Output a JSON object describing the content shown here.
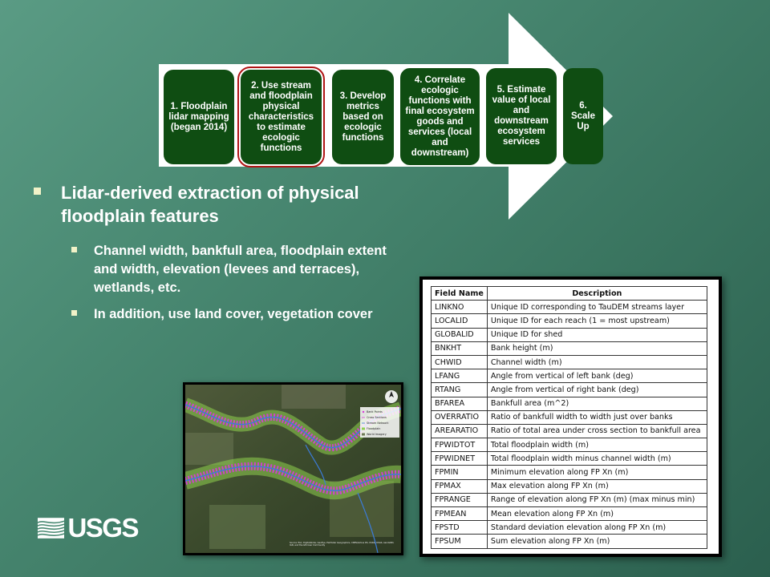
{
  "process": {
    "steps": [
      {
        "label": "1. Floodplain lidar mapping (began 2014)"
      },
      {
        "label": "2. Use stream and floodplain physical characteristics to estimate ecologic functions",
        "selected": true
      },
      {
        "label": "3. Develop metrics based on ecologic functions"
      },
      {
        "label": "4. Correlate ecologic functions with final ecosystem goods and services (local and downstream)"
      },
      {
        "label": "5. Estimate value of local and downstream ecosystem services"
      },
      {
        "label": "6. Scale Up"
      }
    ]
  },
  "bullets": {
    "main": "Lidar-derived extraction of physical floodplain features",
    "sub1": "Channel width, bankfull area, floodplain extent and width, elevation (levees and terraces), wetlands, etc.",
    "sub2": "In addition, use land cover, vegetation cover"
  },
  "map": {
    "legend": [
      "Bank Points",
      "Cross Sections",
      "Stream Network",
      "Floodplain",
      "World Imagery"
    ],
    "credit": "Source: Esri, DigitalGlobe, GeoEye, Earthstar Geographics, CNES/Airbus DS, USDA, USGS, AeroGRID, IGN, and the GIS User Community",
    "colors": {
      "floodplain": "#8fd14f",
      "cross_sections": "#d83cd8",
      "stream": "#3b7bd8"
    }
  },
  "table": {
    "headers": {
      "field": "Field Name",
      "desc": "Description"
    },
    "rows": [
      {
        "field": "LINKNO",
        "desc": "Unique ID corresponding to TauDEM streams layer"
      },
      {
        "field": "LOCALID",
        "desc": "Unique ID for each reach (1 = most upstream)"
      },
      {
        "field": "GLOBALID",
        "desc": "Unique ID for shed"
      },
      {
        "field": "BNKHT",
        "desc": "Bank height (m)"
      },
      {
        "field": "CHWID",
        "desc": "Channel width (m)"
      },
      {
        "field": "LFANG",
        "desc": "Angle from vertical of left bank (deg)"
      },
      {
        "field": "RTANG",
        "desc": "Angle from vertical of right bank (deg)"
      },
      {
        "field": "BFAREA",
        "desc": "Bankfull area (m^2)"
      },
      {
        "field": "OVERRATIO",
        "desc": "Ratio of bankfull width to width just over banks"
      },
      {
        "field": "AREARATIO",
        "desc": "Ratio of total area under cross section to bankfull area"
      },
      {
        "field": "FPWIDTOT",
        "desc": "Total floodplain width (m)"
      },
      {
        "field": "FPWIDNET",
        "desc": "Total floodplain width minus channel width (m)"
      },
      {
        "field": "FPMIN",
        "desc": "Minimum elevation along FP Xn (m)"
      },
      {
        "field": "FPMAX",
        "desc": "Max elevation along FP Xn (m)"
      },
      {
        "field": "FPRANGE",
        "desc": "Range of elevation along FP Xn (m) (max minus min)"
      },
      {
        "field": "FPMEAN",
        "desc": "Mean elevation along FP Xn (m)"
      },
      {
        "field": "FPSTD",
        "desc": "Standard deviation elevation along FP Xn (m)"
      },
      {
        "field": "FPSUM",
        "desc": "Sum elevation along FP Xn (m)"
      }
    ]
  },
  "logo": {
    "text": "USGS"
  },
  "colors": {
    "step_fill": "#0f4d12",
    "arrow_fill": "#ffffff",
    "selected_border": "#b01515",
    "bullet": "#f2f2c8"
  }
}
